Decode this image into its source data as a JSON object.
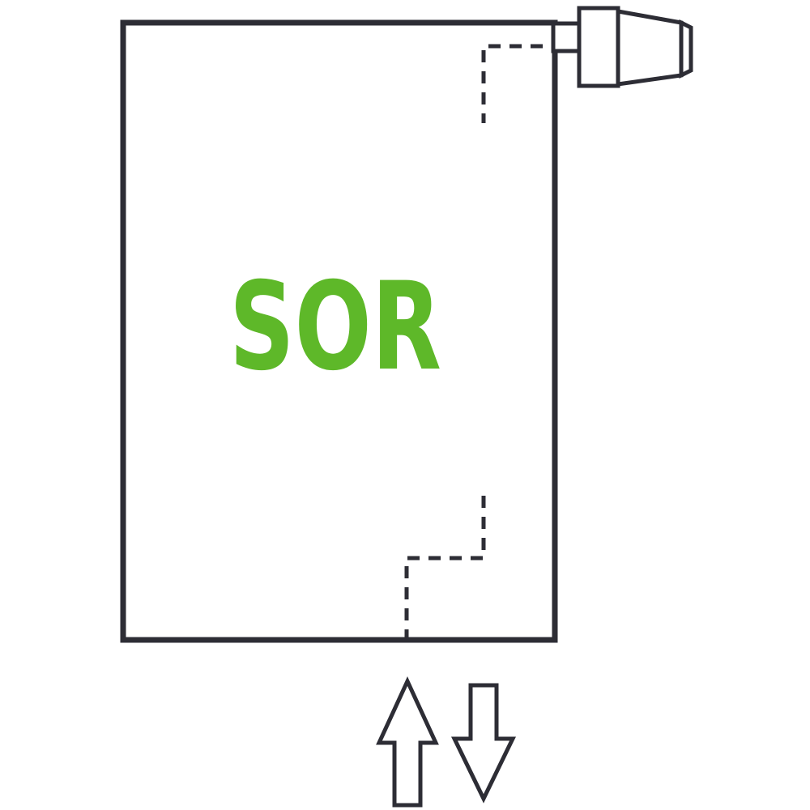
{
  "diagram": {
    "label": "SOR",
    "elements": {
      "radiator_body": "radiator-front-panel",
      "valve": "thermostatic-valve-head-top-right",
      "dashed_pipe_top": "hidden-pipe-from-valve",
      "dashed_pipe_bottom": "hidden-pipe-to-bottom-connection",
      "arrow_up": "flow-direction-up",
      "arrow_down": "flow-direction-down"
    }
  },
  "colors": {
    "line": "#2d2d35",
    "green": "#5eb829",
    "bg": "#ffffff"
  }
}
